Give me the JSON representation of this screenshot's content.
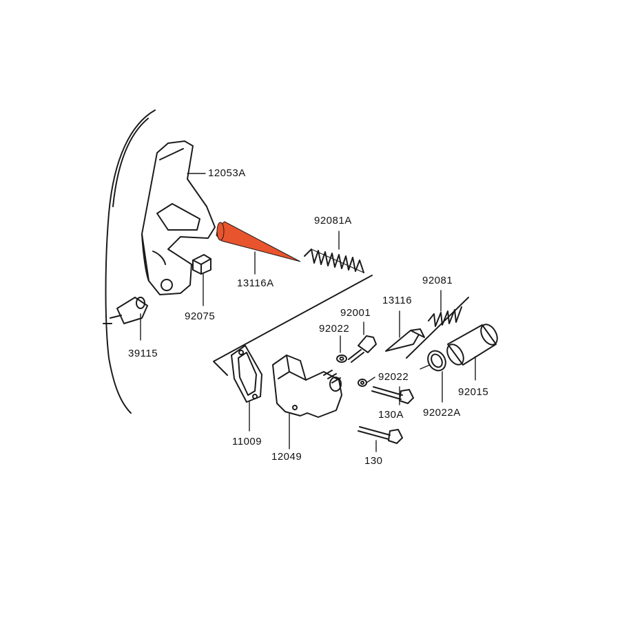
{
  "diagram": {
    "highlight_color": "#e8542e",
    "line_color": "#1a1a1a",
    "highlighted_part": "13116A",
    "parts": [
      {
        "id": "p12053a",
        "number": "12053A",
        "description": "chain tensioner guide"
      },
      {
        "id": "p92081a",
        "number": "92081A",
        "description": "spring"
      },
      {
        "id": "p13116a",
        "number": "13116A",
        "description": "push rod (highlighted)"
      },
      {
        "id": "p92075",
        "number": "92075",
        "description": "damper block"
      },
      {
        "id": "p39115",
        "number": "39115",
        "description": "pivot bushing"
      },
      {
        "id": "p92081",
        "number": "92081",
        "description": "spring"
      },
      {
        "id": "p13116",
        "number": "13116",
        "description": "push rod"
      },
      {
        "id": "p92001",
        "number": "92001",
        "description": "screw"
      },
      {
        "id": "p92022",
        "number": "92022",
        "description": "washer"
      },
      {
        "id": "p92022b",
        "number": "92022",
        "description": "washer"
      },
      {
        "id": "p130a",
        "number": "130A",
        "description": "bolt"
      },
      {
        "id": "p92022a",
        "number": "92022A",
        "description": "o-ring"
      },
      {
        "id": "p92015",
        "number": "92015",
        "description": "cap"
      },
      {
        "id": "p11009",
        "number": "11009",
        "description": "gasket"
      },
      {
        "id": "p12049",
        "number": "12049",
        "description": "tensioner body"
      },
      {
        "id": "p130",
        "number": "130",
        "description": "bolt"
      }
    ]
  }
}
